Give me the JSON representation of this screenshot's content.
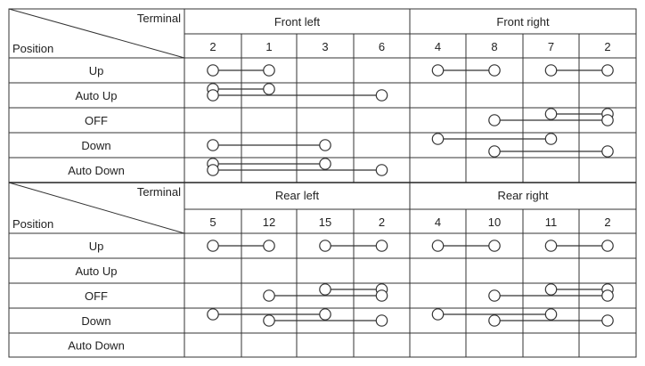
{
  "tables": [
    {
      "corner": {
        "terminal": "Terminal",
        "position": "Position"
      },
      "groups": [
        "Front left",
        "Front right"
      ],
      "terminals": [
        "2",
        "1",
        "3",
        "6",
        "4",
        "8",
        "7",
        "2"
      ],
      "rows": [
        "Up",
        "Auto Up",
        "OFF",
        "Down",
        "Auto Down"
      ],
      "connections": [
        {
          "row": 0,
          "sub": 1,
          "cols": [
            0,
            1
          ]
        },
        {
          "row": 0,
          "sub": 1,
          "cols": [
            4,
            5
          ]
        },
        {
          "row": 0,
          "sub": 1,
          "cols": [
            6,
            7
          ]
        },
        {
          "row": 1,
          "sub": 0,
          "cols": [
            0,
            1
          ]
        },
        {
          "row": 1,
          "sub": 1,
          "cols": [
            0,
            3
          ]
        },
        {
          "row": 2,
          "sub": 0,
          "cols": [
            6,
            7
          ]
        },
        {
          "row": 2,
          "sub": 1,
          "cols": [
            5,
            7
          ]
        },
        {
          "row": 3,
          "sub": 0,
          "cols": [
            4,
            6
          ]
        },
        {
          "row": 3,
          "sub": 1,
          "cols": [
            0,
            2
          ]
        },
        {
          "row": 3,
          "sub": 2,
          "cols": [
            5,
            7
          ]
        },
        {
          "row": 4,
          "sub": 0,
          "cols": [
            0,
            2
          ]
        },
        {
          "row": 4,
          "sub": 1,
          "cols": [
            0,
            3
          ]
        }
      ]
    },
    {
      "corner": {
        "terminal": "Terminal",
        "position": "Position"
      },
      "groups": [
        "Rear left",
        "Rear right"
      ],
      "terminals": [
        "5",
        "12",
        "15",
        "2",
        "4",
        "10",
        "11",
        "2"
      ],
      "rows": [
        "Up",
        "Auto Up",
        "OFF",
        "Down",
        "Auto Down"
      ],
      "connections": [
        {
          "row": 0,
          "sub": 1,
          "cols": [
            0,
            1
          ]
        },
        {
          "row": 0,
          "sub": 1,
          "cols": [
            2,
            3
          ]
        },
        {
          "row": 0,
          "sub": 1,
          "cols": [
            4,
            5
          ]
        },
        {
          "row": 0,
          "sub": 1,
          "cols": [
            6,
            7
          ]
        },
        {
          "row": 2,
          "sub": 0,
          "cols": [
            2,
            3
          ]
        },
        {
          "row": 2,
          "sub": 0,
          "cols": [
            6,
            7
          ]
        },
        {
          "row": 2,
          "sub": 1,
          "cols": [
            1,
            3
          ]
        },
        {
          "row": 2,
          "sub": 1,
          "cols": [
            5,
            7
          ]
        },
        {
          "row": 3,
          "sub": 0,
          "cols": [
            0,
            2
          ]
        },
        {
          "row": 3,
          "sub": 0,
          "cols": [
            4,
            6
          ]
        },
        {
          "row": 3,
          "sub": 1,
          "cols": [
            1,
            3
          ]
        },
        {
          "row": 3,
          "sub": 1,
          "cols": [
            5,
            7
          ]
        }
      ]
    }
  ]
}
